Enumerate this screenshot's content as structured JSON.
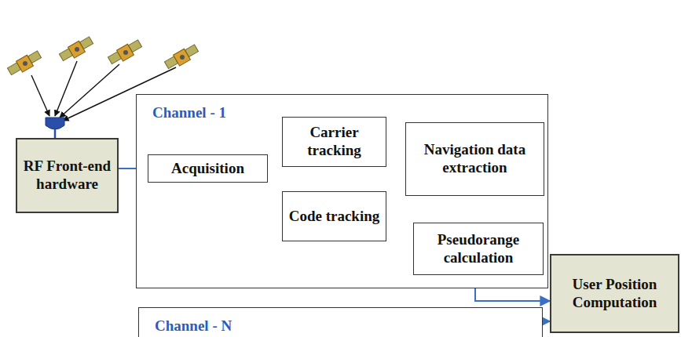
{
  "diagram": {
    "nodes": [
      {
        "text": [
          "RF Front-end hardware"
        ]
      },
      {
        "text": [
          "Channel - 1"
        ]
      },
      {
        "text": [
          "Acquisition"
        ],
        "in": 1
      },
      {
        "text": [
          "Carrier tracking"
        ],
        "in": 1
      },
      {
        "text": [
          "Code tracking"
        ],
        "in": 1
      },
      {
        "text": [
          "Navigation data extraction"
        ],
        "in": 1
      },
      {
        "text": [
          "Pseudorange calculation"
        ],
        "in": 1
      },
      {
        "text": [
          "Channel - N"
        ]
      },
      {
        "text": [
          "User Position Computation"
        ]
      }
    ],
    "edges": [
      {
        "from": 0,
        "to": 2,
        "arrow": "to"
      },
      {
        "from": 2,
        "to": 3,
        "arrow": "to"
      },
      {
        "from": 2,
        "to": 4,
        "arrow": "to"
      },
      {
        "from": 3,
        "to": 4,
        "arrow": "both"
      },
      {
        "from": 3,
        "to": 5,
        "arrow": "to"
      },
      {
        "from": 4,
        "to": 5,
        "arrow": "to"
      },
      {
        "from": 5,
        "to": 6,
        "arrow": "to"
      },
      {
        "from": 6,
        "to": 8,
        "arrow": "to"
      },
      {
        "from": 7,
        "to": 8,
        "arrow": "to"
      }
    ]
  }
}
